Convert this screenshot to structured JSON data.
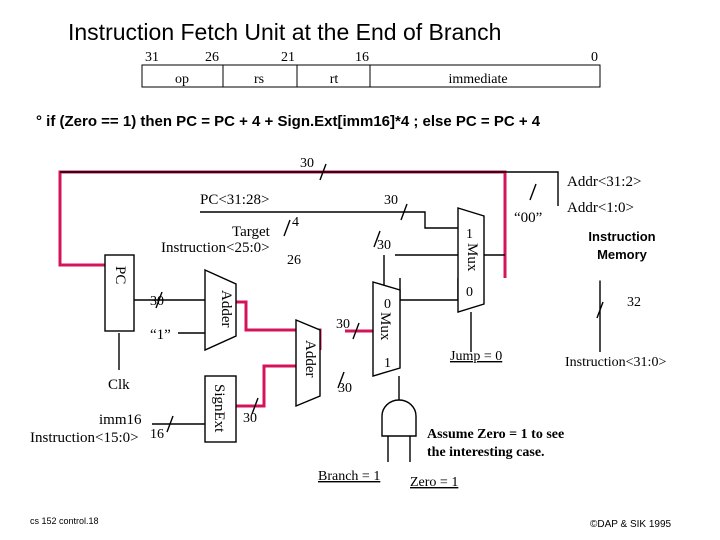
{
  "title": "Instruction Fetch Unit at the End of  Branch",
  "field_bits": [
    "31",
    "26",
    "21",
    "16",
    "0"
  ],
  "fields": [
    "op",
    "rs",
    "rt",
    "immediate"
  ],
  "condition": "°  if  (Zero == 1)  then  PC = PC + 4 + Sign.Ext[imm16]*4 ;  else  PC = PC + 4",
  "labels": {
    "top_bus_width": "30",
    "pc_upper": "PC<31:28>",
    "pc_upper_width": "30",
    "target": "Target",
    "target_instr": "Instruction<25:0>",
    "target_width": "26",
    "four": "4",
    "mux_in_width": "30",
    "zeros": "“00”",
    "addr_upper": "Addr<31:2>",
    "addr_lower": "Addr<1:0>",
    "mem_line1": "Instruction",
    "mem_line2": "Memory",
    "pc": "PC",
    "pc_width": "30",
    "adder": "Adder",
    "one": "“1”",
    "adder2_width": "30",
    "mux_out_width": "30",
    "mux1_in1": "1",
    "mux1_in0": "0",
    "mux": "Mux",
    "mux2_in0": "0",
    "mux2_in1": "1",
    "mem_width": "32",
    "jump": "Jump = 0",
    "instruction_out": "Instruction<31:0>",
    "clk": "Clk",
    "sign_width": "30",
    "imm16": "imm16",
    "imm_instr": "Instruction<15:0>",
    "imm_width": "16",
    "signext": "SignExt",
    "assume1": "Assume Zero = 1 to see",
    "assume2": "the interesting case.",
    "branch": "Branch = 1",
    "zero": "Zero = 1"
  },
  "footer": {
    "left": "cs 152  control.18",
    "right": "©DAP & SIK 1995"
  },
  "colors": {
    "highlight_path": "#d4145a",
    "line": "#000000"
  }
}
